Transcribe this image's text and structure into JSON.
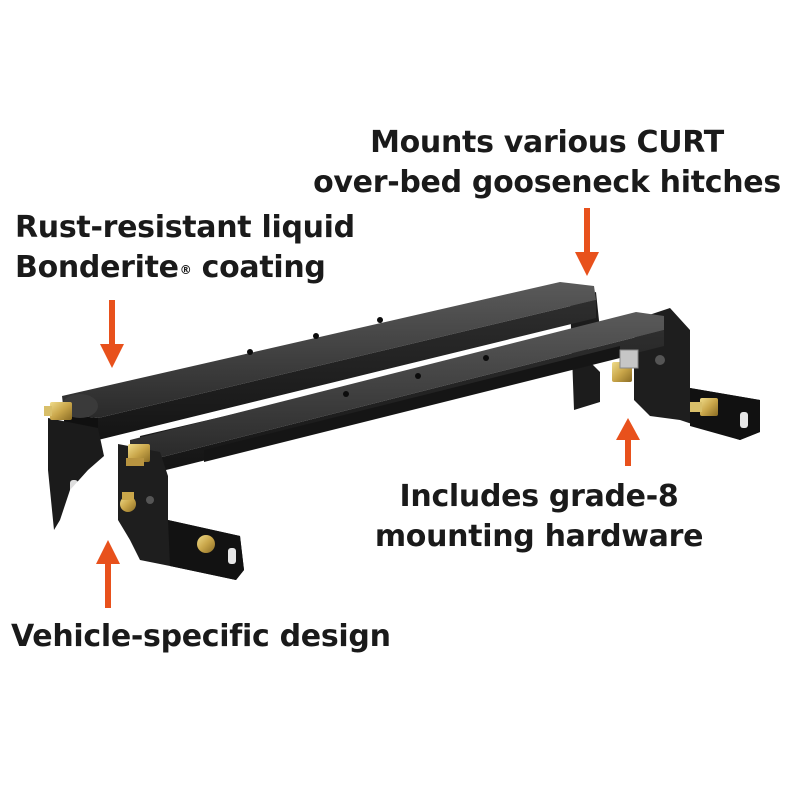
{
  "callouts": {
    "rust": {
      "line1": "Rust-resistant liquid",
      "line2_a": "Bonderite",
      "line2_reg": "®",
      "line2_b": " coating"
    },
    "mounts": {
      "line1": "Mounts various CURT",
      "line2": "over-bed gooseneck hitches"
    },
    "includes": {
      "line1": "Includes grade-8",
      "line2": "mounting hardware"
    },
    "vehicle": {
      "line1": "Vehicle-specific design"
    }
  },
  "colors": {
    "arrow": "#e8511c",
    "text": "#1a1a1a",
    "rail": "#2b2b2b",
    "hardware": "#c9a64a"
  }
}
